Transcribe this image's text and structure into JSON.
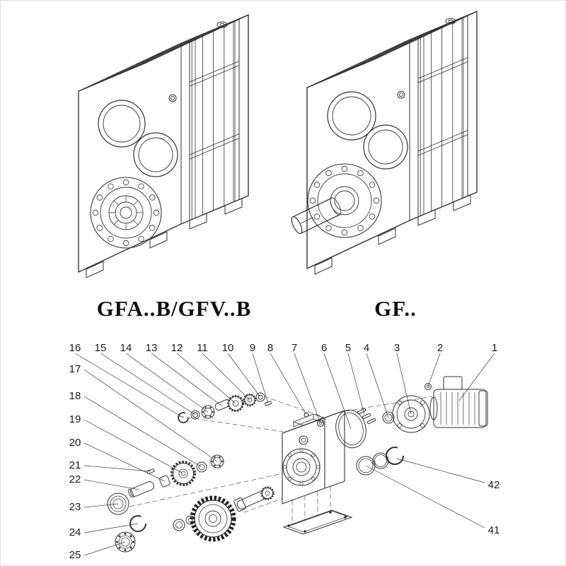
{
  "models": {
    "left": "GFA..B/GFV..B",
    "right": "GF.."
  },
  "exploded": {
    "top_row": [
      "16",
      "15",
      "14",
      "13",
      "12",
      "11",
      "10",
      "9",
      "8",
      "7",
      "6",
      "5",
      "4",
      "3",
      "2",
      "1"
    ],
    "left_column": [
      "17",
      "18",
      "19",
      "20",
      "21",
      "22",
      "23",
      "24",
      "25"
    ],
    "right_column": [
      "42",
      "41"
    ]
  },
  "colors": {
    "ink": "#333333",
    "background": "#ffffff"
  }
}
